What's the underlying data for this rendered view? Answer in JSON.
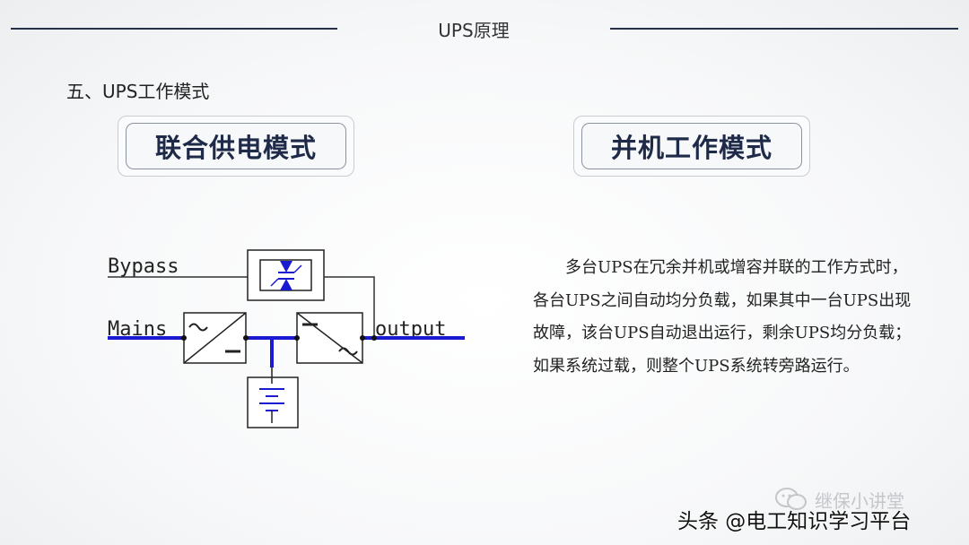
{
  "header": {
    "title": "UPS原理"
  },
  "section": {
    "title": "五、UPS工作模式"
  },
  "modes": {
    "left": "联合供电模式",
    "right": "并机工作模式"
  },
  "diagram": {
    "labels": {
      "bypass": "Bypass",
      "mains": "Mains",
      "output": "output"
    },
    "colors": {
      "line": "#111111",
      "accent": "#1a1ad0"
    }
  },
  "description": {
    "text": "多台UPS在冗余并机或增容并联的工作方式时，各台UPS之间自动均分负载，如果其中一台UPS出现故障，该台UPS自动退出运行，剩余UPS均分负载；如果系统过载，则整个UPS系统转旁路运行。"
  },
  "watermark": {
    "text": "继保小讲堂",
    "icon": "wechat-icon"
  },
  "footer": {
    "credit": "头条 @电工知识学习平台"
  }
}
